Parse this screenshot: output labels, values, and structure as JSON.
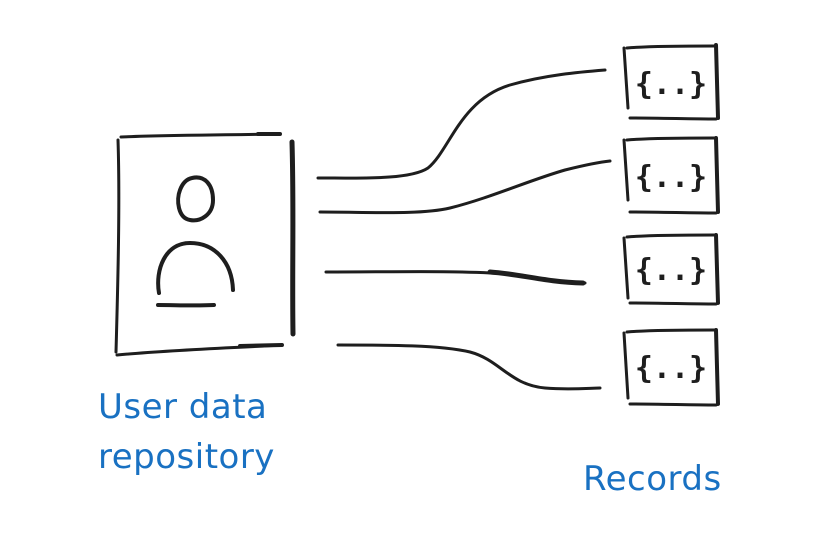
{
  "repository": {
    "label_line1": "User data",
    "label_line2": "repository",
    "icon": "user-profile-icon"
  },
  "records": {
    "label": "Records",
    "items": [
      {
        "glyph": "{..}",
        "icon": "json-record-icon"
      },
      {
        "glyph": "{..}",
        "icon": "json-record-icon"
      },
      {
        "glyph": "{..}",
        "icon": "json-record-icon"
      },
      {
        "glyph": "{..}",
        "icon": "json-record-icon"
      }
    ]
  },
  "colors": {
    "stroke": "#1e1e1e",
    "label": "#1971c2",
    "background": "#ffffff"
  }
}
